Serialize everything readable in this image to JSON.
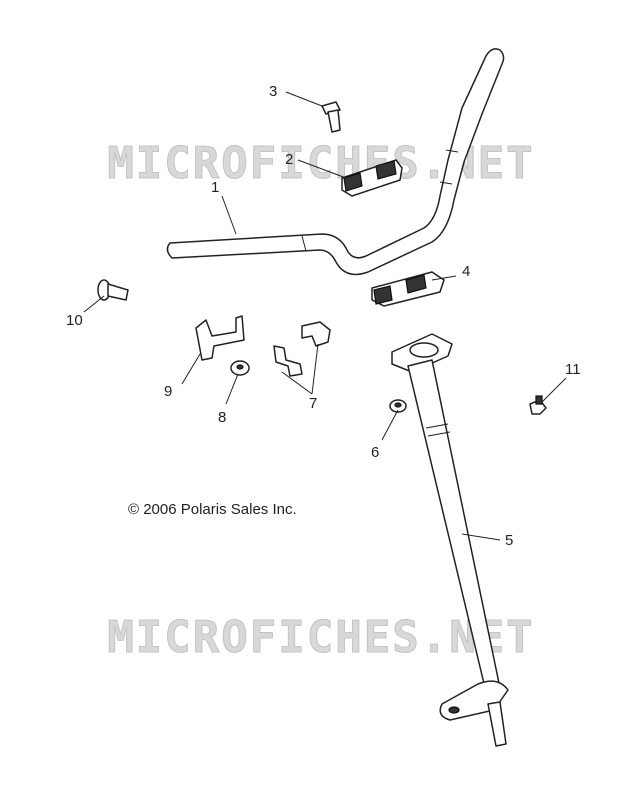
{
  "watermark": {
    "text_top": "MICROFICHES.NET",
    "text_bottom": "MICROFICHES.NET"
  },
  "copyright": "© 2006 Polaris Sales Inc.",
  "callouts": [
    {
      "id": "1",
      "label": "1"
    },
    {
      "id": "2",
      "label": "2"
    },
    {
      "id": "3",
      "label": "3"
    },
    {
      "id": "4",
      "label": "4"
    },
    {
      "id": "5",
      "label": "5"
    },
    {
      "id": "6",
      "label": "6"
    },
    {
      "id": "7",
      "label": "7"
    },
    {
      "id": "8",
      "label": "8"
    },
    {
      "id": "9",
      "label": "9"
    },
    {
      "id": "10",
      "label": "10"
    },
    {
      "id": "11",
      "label": "11"
    }
  ],
  "colors": {
    "line": "#222222",
    "watermark": "#d8d8d8"
  }
}
